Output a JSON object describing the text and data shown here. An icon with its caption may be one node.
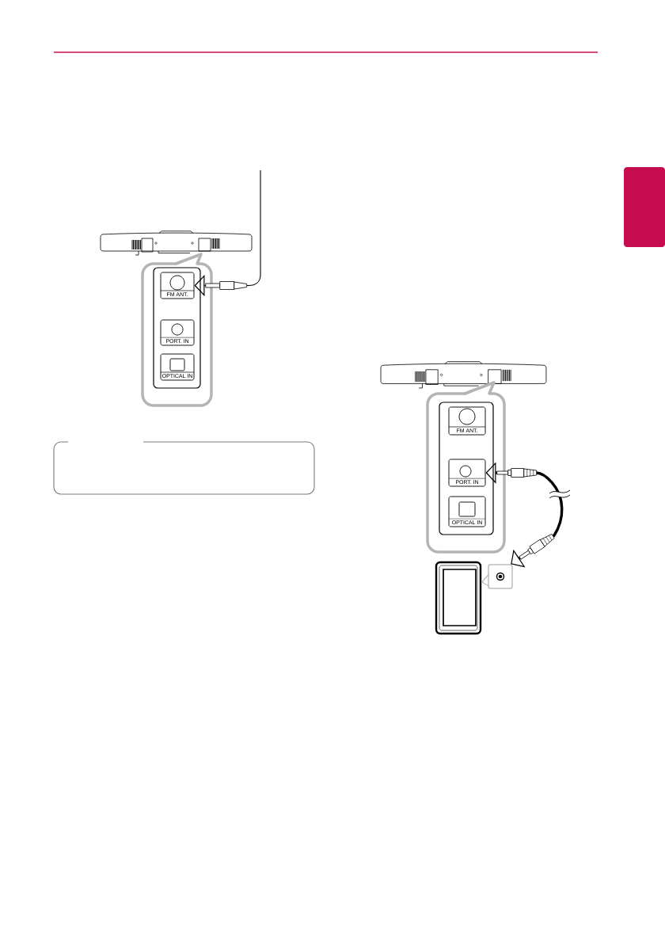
{
  "diagram": {
    "nodes": [
      {
        "text": [],
        "shape": "box"
      },
      {
        "text": [],
        "shape": "box",
        "in": 0
      },
      {
        "text": [
          "FM ANT."
        ],
        "in": 1
      },
      {
        "text": [
          "PORT. IN"
        ],
        "in": 1
      },
      {
        "text": [
          "OPTICAL IN"
        ],
        "in": 1
      },
      {
        "text": [],
        "shape": "box"
      },
      {
        "text": [],
        "shape": "box",
        "in": 5
      },
      {
        "text": [
          "FM ANT."
        ],
        "in": 6
      },
      {
        "text": [
          "PORT. IN"
        ],
        "in": 6
      },
      {
        "text": [
          "OPTICAL IN"
        ],
        "in": 6
      },
      {
        "text": [],
        "shape": "box"
      },
      {
        "text": [],
        "shape": "box"
      }
    ],
    "edges": [
      {
        "from": null,
        "to": 2,
        "arrow": "to"
      },
      {
        "from": 10,
        "to": 8,
        "arrow": "both",
        "style": "thick"
      }
    ]
  }
}
